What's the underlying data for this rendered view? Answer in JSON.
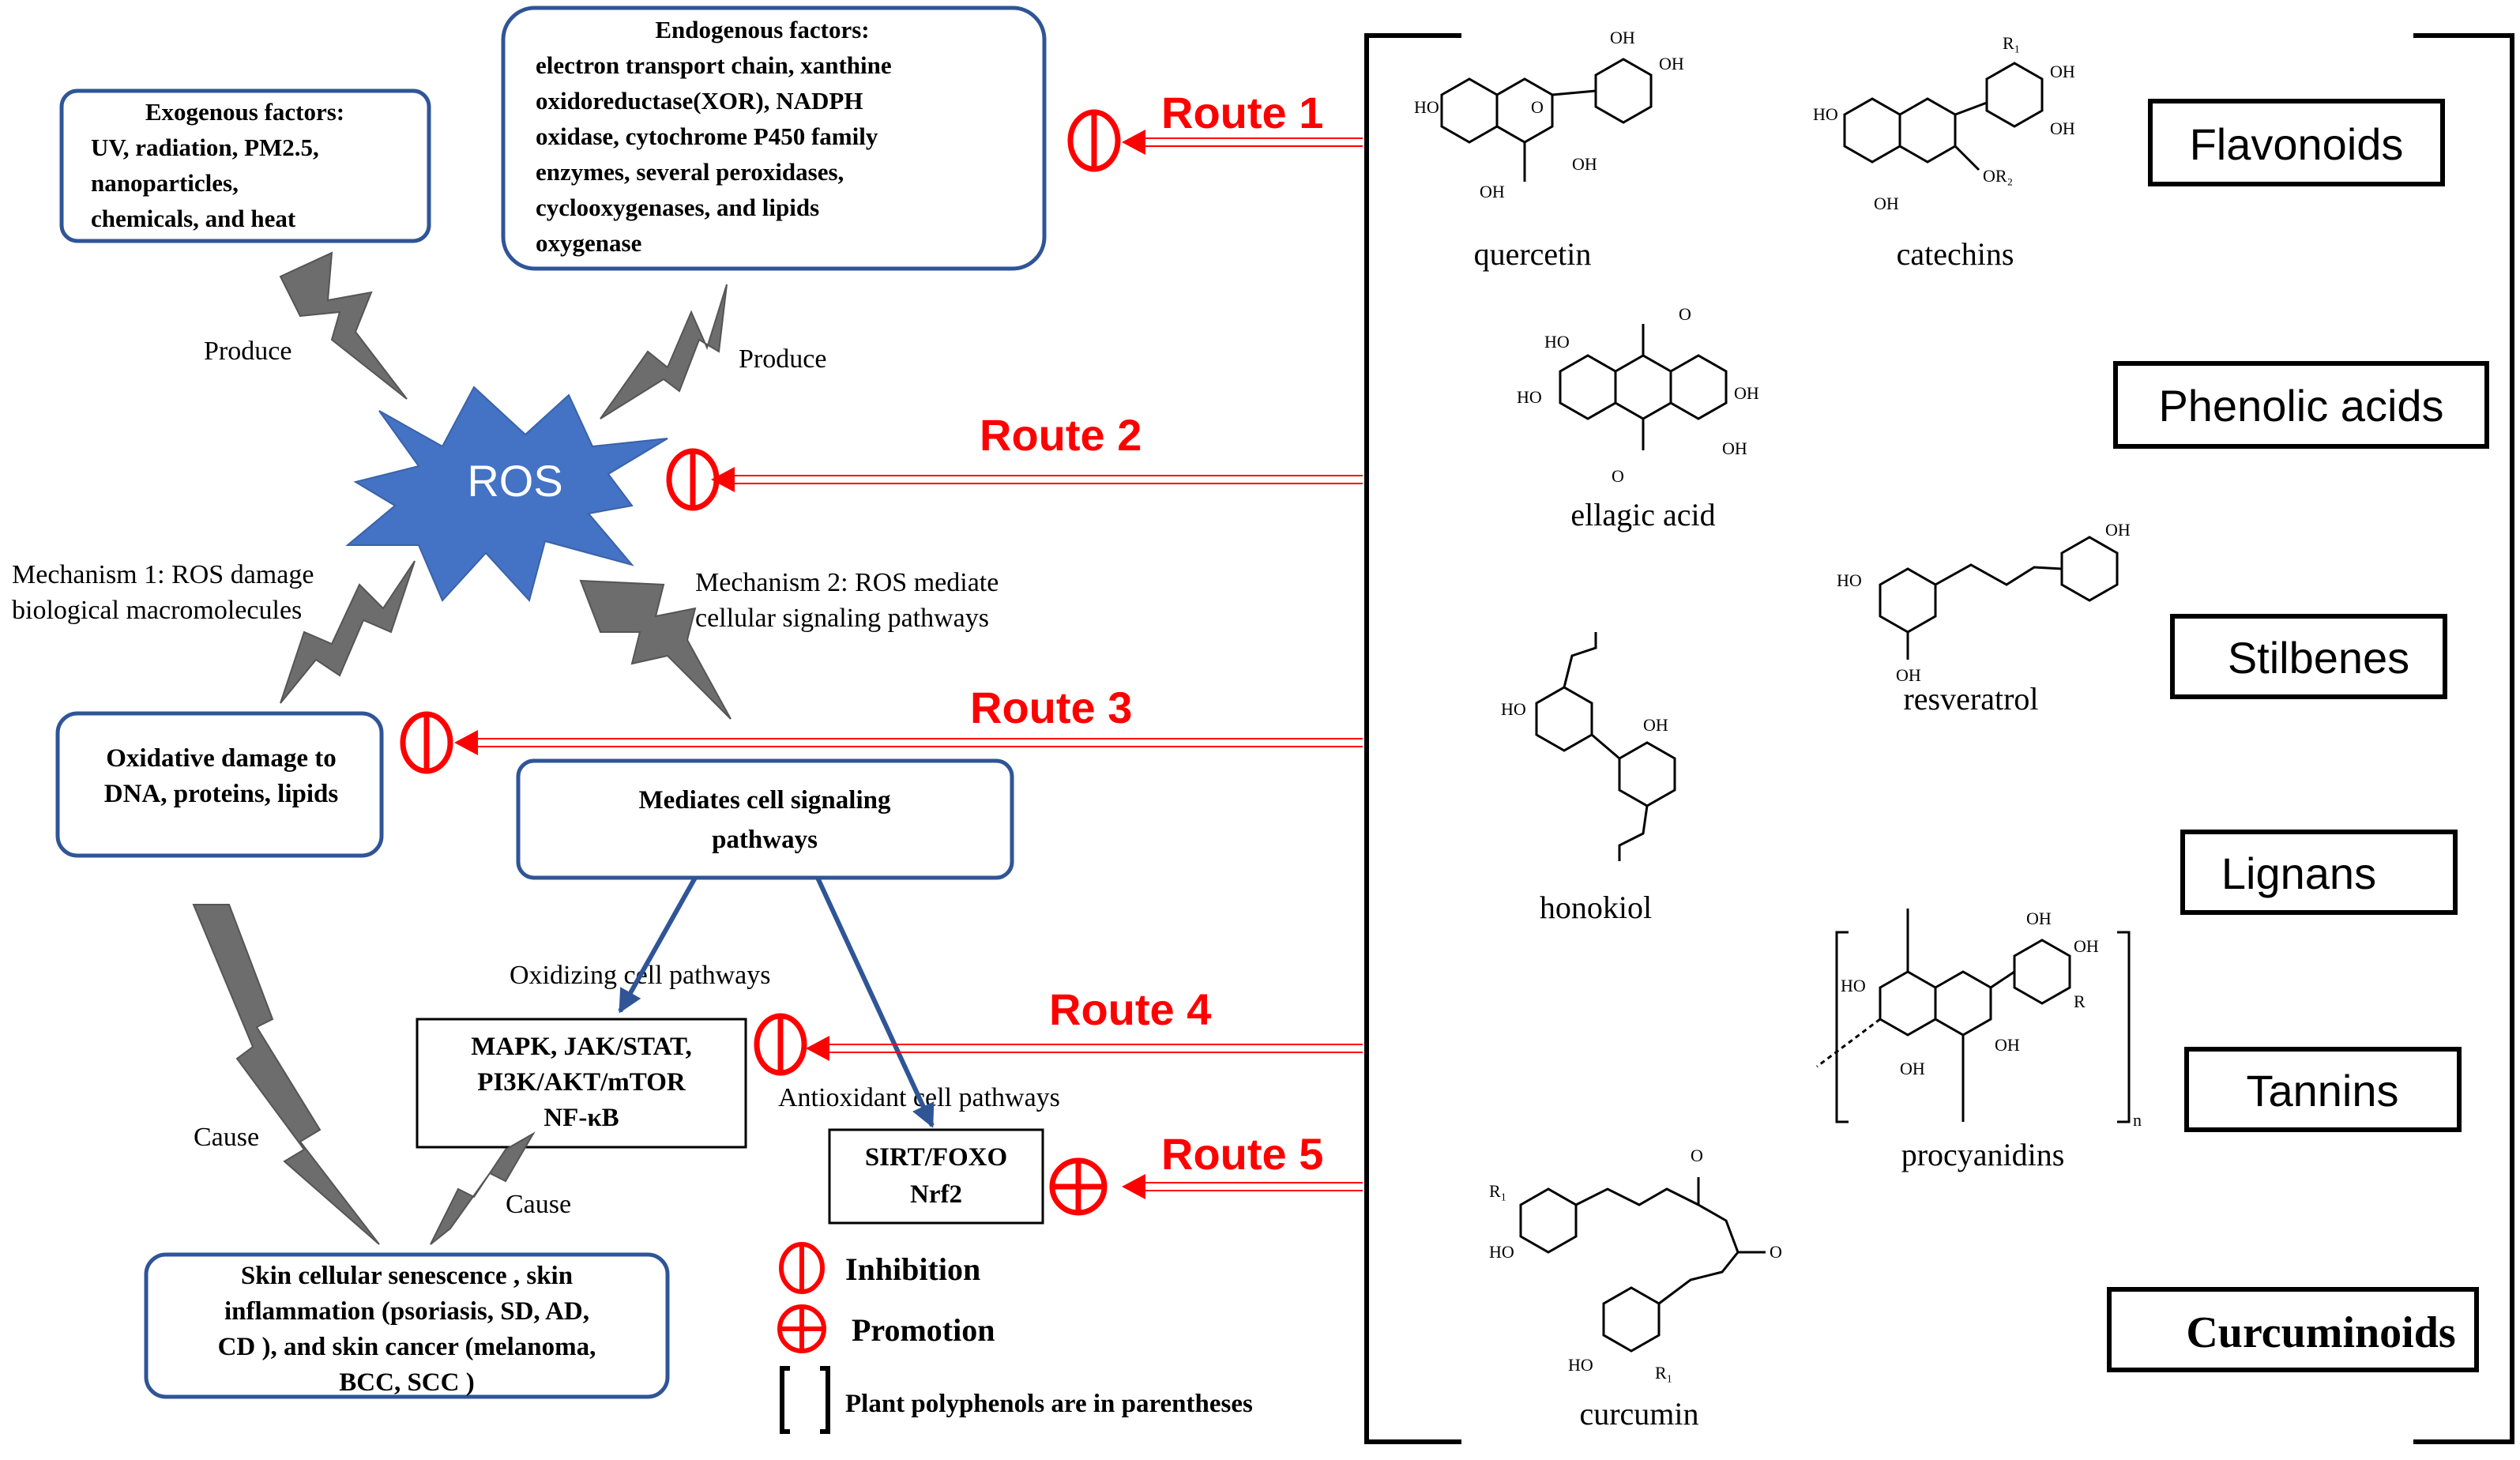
{
  "boxes": {
    "exogenous": {
      "title": "Exogenous factors:",
      "lines": [
        "UV,  radiation, PM2.5,",
        "nanoparticles,",
        "chemicals, and heat"
      ]
    },
    "endogenous": {
      "title": "Endogenous factors:",
      "lines": [
        "electron transport chain, xanthine",
        "oxidoreductase(XOR), NADPH",
        "oxidase, cytochrome P450 family",
        "enzymes, several peroxidases,",
        "cyclooxygenases, and lipids",
        "oxygenase"
      ]
    },
    "oxidative": {
      "lines": [
        "Oxidative damage to",
        "DNA, proteins, lipids"
      ]
    },
    "signaling": {
      "lines": [
        "Mediates cell signaling",
        "pathways"
      ]
    },
    "mapk": {
      "lines": [
        "MAPK, JAK/STAT,",
        "PI3K/AKT/mTOR",
        "NF-κB"
      ]
    },
    "sirt": {
      "lines": [
        "SIRT/FOXO",
        "Nrf2"
      ]
    },
    "skin": {
      "lines": [
        "Skin cellular senescence , skin",
        "inflammation (psoriasis, SD, AD,",
        "CD ), and skin cancer (melanoma,",
        "BCC, SCC )"
      ]
    }
  },
  "ros": {
    "label": "ROS",
    "color": "#4472c4"
  },
  "labels": {
    "produce_left": "Produce",
    "produce_right": "Produce",
    "mechanism1": [
      "Mechanism 1: ROS damage",
      "biological  macromolecules"
    ],
    "mechanism2": [
      "Mechanism 2: ROS mediate",
      "cellular  signaling  pathways"
    ],
    "oxidizing": "Oxidizing   cell pathways",
    "antioxidant": "Antioxidant  cell pathways",
    "cause_left": "Cause",
    "cause_right": "Cause"
  },
  "routes": {
    "color": "#ff0000",
    "items": [
      "Route 1",
      "Route 2",
      "Route 3",
      "Route 4",
      "Route 5"
    ]
  },
  "legend": {
    "inhibition": "Inhibition",
    "promotion": "Promotion",
    "bracket_note": "Plant polyphenols  are in parentheses"
  },
  "classes": [
    "Flavonoids",
    "Phenolic acids",
    "Stilbenes",
    "Lignans",
    "Tannins",
    "Curcuminoids"
  ],
  "compounds": {
    "quercetin": "quercetin",
    "catechins": "catechins",
    "ellagic": "ellagic   acid",
    "resveratrol": "resveratrol",
    "honokiol": "honokiol",
    "procyanidins": "procyanidins",
    "curcumin": "curcumin"
  },
  "chem": {
    "ho": "HO",
    "oh": "OH",
    "o": "O",
    "r1": "R₁",
    "r2": "R₂",
    "r": "R",
    "or2": "OR₂",
    "n": "n"
  },
  "colors": {
    "box_border": "#2f5597",
    "bolt": "#6d6d6d",
    "arrow_blue": "#2f5597"
  },
  "icons": [
    "lightning-bolt-icon",
    "inhibition-icon",
    "promotion-icon",
    "bracket-icon"
  ]
}
